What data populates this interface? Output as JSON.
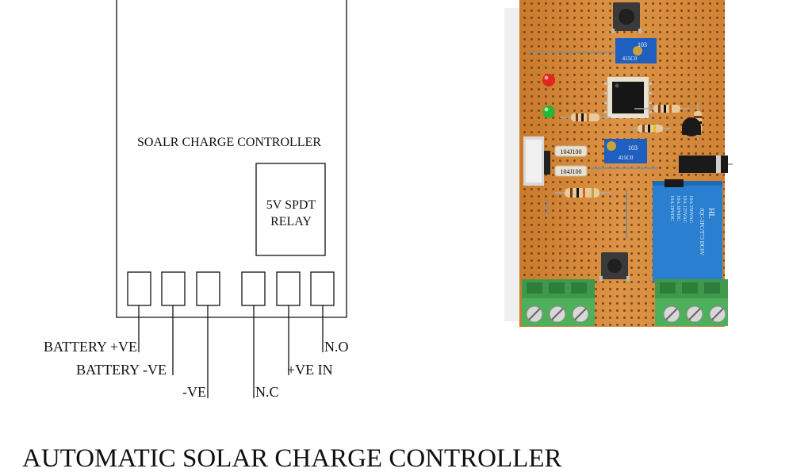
{
  "diagram": {
    "controller_label": "SOALR CHARGE CONTROLLER",
    "relay_label_line1": "5V SPDT",
    "relay_label_line2": "RELAY",
    "terminals": [
      {
        "label": "BATTERY +VE"
      },
      {
        "label": "BATTERY -VE"
      },
      {
        "label": "-VE"
      },
      {
        "label": "N.C"
      },
      {
        "label": "+VE IN"
      },
      {
        "label": "N.O"
      }
    ],
    "title": "AUTOMATIC SOLAR CHARGE CONTROLLER"
  },
  "photo": {
    "pot_marking_top": "103",
    "pot_code_top": "415C0",
    "pot_marking_bottom": "103",
    "pot_code_bottom": "415C0",
    "capacitor_marking_1": "104J100",
    "capacitor_marking_2": "104J100",
    "relay_brand": "HL",
    "relay_model": "JQC-3FC/T73 DC6V",
    "relay_rating_1": "10A 250VAC",
    "relay_rating_2": "10A 125VAC",
    "relay_rating_3": "10A 30VDC",
    "relay_rating_4": "10A 28VDC",
    "colors": {
      "board": "#d98c3c",
      "terminal_block": "#3e9a4a",
      "relay_body": "#2a7fd0",
      "led_red": "#e0281e",
      "led_green": "#2bb33a"
    }
  }
}
